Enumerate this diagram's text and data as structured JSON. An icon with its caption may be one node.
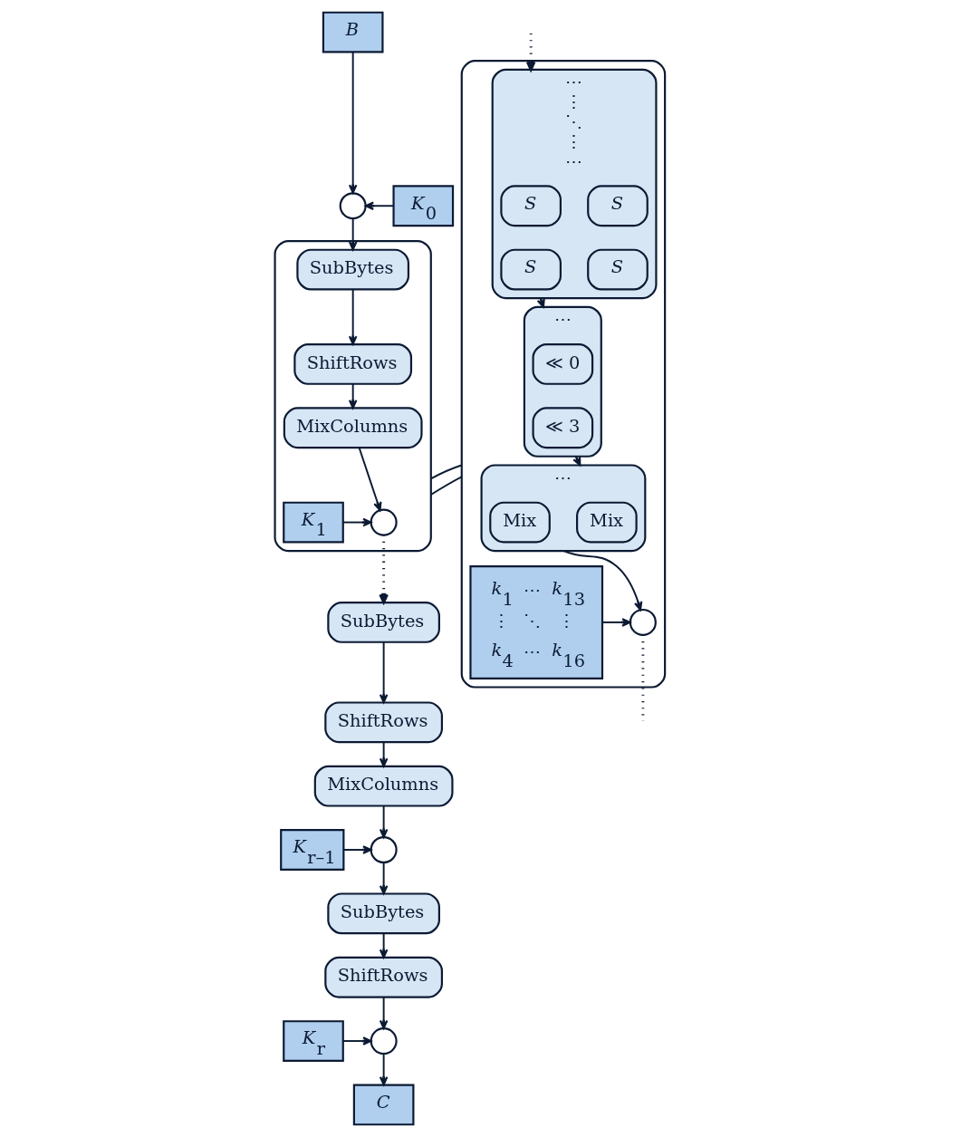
{
  "diagram": {
    "nodes": [
      {
        "text": [
          "*B*"
        ]
      },
      {
        "text": [],
        "shape": "circle"
      },
      {
        "text": [
          "*K*$_{0}$"
        ]
      },
      {
        "text": [],
        "shape": "box"
      },
      {
        "text": [
          "SubBytes"
        ],
        "in": 3
      },
      {
        "text": [
          "ShiftRows"
        ],
        "in": 3
      },
      {
        "text": [
          "MixColumns"
        ],
        "in": 3
      },
      {
        "text": [],
        "shape": "circle",
        "in": 3
      },
      {
        "text": [
          "*K*$_{1}$"
        ],
        "in": 3
      },
      {
        "text": [
          "SubBytes"
        ]
      },
      {
        "text": [
          "ShiftRows"
        ]
      },
      {
        "text": [
          "MixColumns"
        ]
      },
      {
        "text": [],
        "shape": "circle"
      },
      {
        "text": [
          "*K*$_{r–1}$"
        ]
      },
      {
        "text": [
          "SubBytes"
        ]
      },
      {
        "text": [
          "ShiftRows"
        ]
      },
      {
        "text": [],
        "shape": "circle"
      },
      {
        "text": [
          "*K*$_{r}$"
        ]
      },
      {
        "text": [
          "*C*"
        ]
      },
      {
        "text": [],
        "shape": "box"
      },
      {
        "text": [
          "⋯",
          "⋮",
          "⋱",
          "⋮",
          "⋯"
        ],
        "in": 19
      },
      {
        "text": [
          "*S*"
        ],
        "in": 20
      },
      {
        "text": [
          "*S*"
        ],
        "in": 20
      },
      {
        "text": [
          "*S*"
        ],
        "in": 20
      },
      {
        "text": [
          "*S*"
        ],
        "in": 20
      },
      {
        "text": [
          "⋯"
        ],
        "in": 19
      },
      {
        "text": [
          "≪ 0"
        ],
        "in": 25
      },
      {
        "text": [
          "≪ 3"
        ],
        "in": 25
      },
      {
        "text": [
          "⋯"
        ],
        "in": 19
      },
      {
        "text": [
          "Mix"
        ],
        "in": 28
      },
      {
        "text": [
          "Mix"
        ],
        "in": 28
      },
      {
        "text": [],
        "shape": "circle",
        "in": 19
      },
      {
        "text": [
          "*k*$_{1}$",
          "⋯",
          "*k*$_{13}$",
          "⋮",
          "⋱",
          "⋮",
          "*k*$_{4}$",
          "⋯",
          "*k*$_{16}$"
        ],
        "in": 19
      }
    ],
    "edges": [
      {
        "from": 0,
        "to": 1,
        "arrow": "to"
      },
      {
        "from": 2,
        "to": 1,
        "arrow": "to"
      },
      {
        "from": 1,
        "to": 4,
        "arrow": "to"
      },
      {
        "from": 4,
        "to": 5,
        "arrow": "to"
      },
      {
        "from": 5,
        "to": 6,
        "arrow": "to"
      },
      {
        "from": 6,
        "to": 7,
        "arrow": "to"
      },
      {
        "from": 8,
        "to": 7,
        "arrow": "to"
      },
      {
        "from": 7,
        "to": 9,
        "arrow": "to",
        "style": "dashed"
      },
      {
        "from": 9,
        "to": 10,
        "arrow": "to"
      },
      {
        "from": 10,
        "to": 11,
        "arrow": "to"
      },
      {
        "from": 11,
        "to": 12,
        "arrow": "to"
      },
      {
        "from": 13,
        "to": 12,
        "arrow": "to"
      },
      {
        "from": 12,
        "to": 14,
        "arrow": "to"
      },
      {
        "from": 14,
        "to": 15,
        "arrow": "to"
      },
      {
        "from": 15,
        "to": 16,
        "arrow": "to"
      },
      {
        "from": 17,
        "to": 16,
        "arrow": "to"
      },
      {
        "from": 16,
        "to": 18,
        "arrow": "to"
      },
      {
        "from": 3,
        "to": 19,
        "arrow": "none"
      },
      {
        "from": 3,
        "to": 19,
        "arrow": "none"
      },
      {
        "from": null,
        "to": 20,
        "arrow": "to",
        "style": "dashed"
      },
      {
        "from": 20,
        "to": 25,
        "arrow": "to"
      },
      {
        "from": 25,
        "to": 28,
        "arrow": "to"
      },
      {
        "from": 28,
        "to": 31,
        "arrow": "to"
      },
      {
        "from": 32,
        "to": 31,
        "arrow": "to"
      },
      {
        "from": 31,
        "to": null,
        "arrow": "none",
        "style": "dashed"
      }
    ]
  }
}
